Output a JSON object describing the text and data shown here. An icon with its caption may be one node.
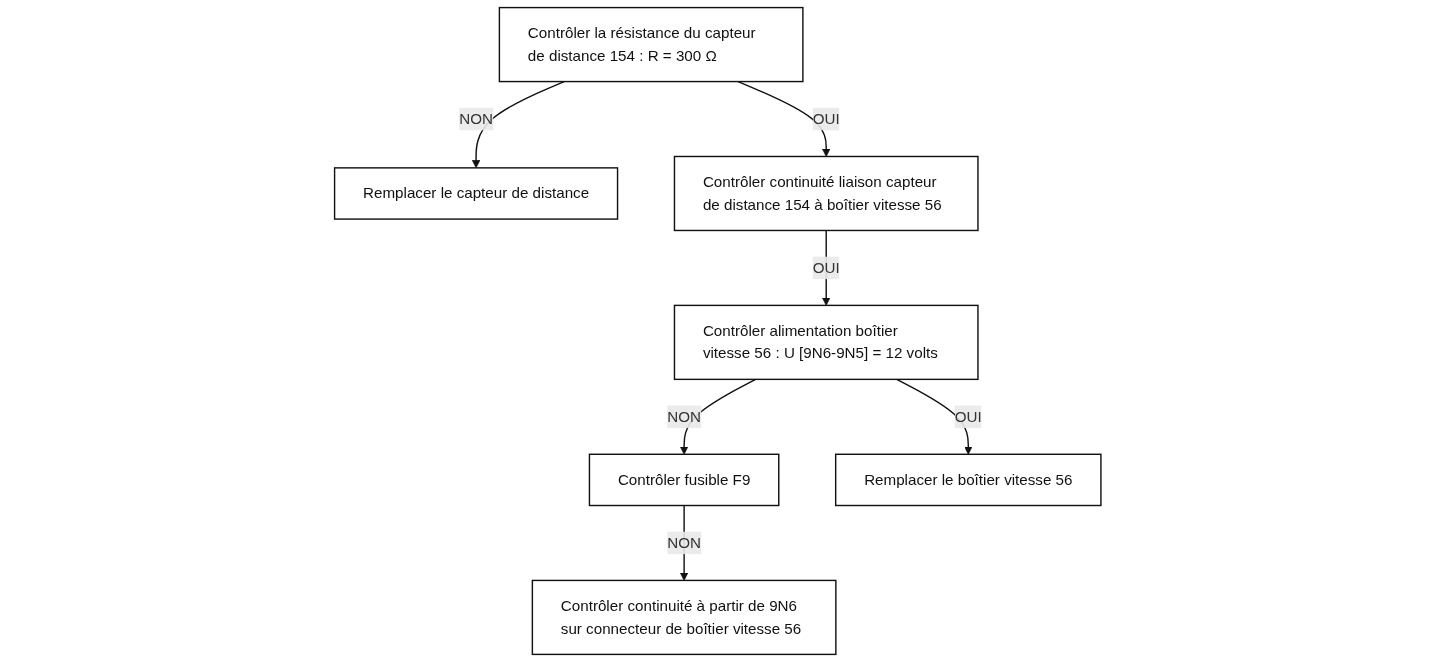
{
  "diagram": {
    "nodes": [
      {
        "text": [
          "Contrôler la résistance du capteur de distance 154 : R = 300 Ω"
        ]
      },
      {
        "text": [
          "Remplacer le capteur de distance"
        ]
      },
      {
        "text": [
          "Contrôler continuité liaison capteur de distance 154 à boîtier vitesse 56"
        ]
      },
      {
        "text": [
          "Contrôler alimentation boîtier vitesse 56 : U [9N6-9N5] = 12 volts"
        ]
      },
      {
        "text": [
          "Contrôler fusible F9"
        ]
      },
      {
        "text": [
          "Contrôler continuité à partir de 9N6 sur connecteur de boîtier vitesse 56"
        ]
      },
      {
        "text": [
          "Remplacer le boîtier vitesse 56"
        ]
      }
    ],
    "edges": [
      {
        "from": 0,
        "to": 1,
        "arrow": "to",
        "label": "NON"
      },
      {
        "from": 0,
        "to": 2,
        "arrow": "to",
        "label": "OUI"
      },
      {
        "from": 2,
        "to": 3,
        "arrow": "to",
        "label": "OUI"
      },
      {
        "from": 3,
        "to": 4,
        "arrow": "to",
        "label": "NON"
      },
      {
        "from": 4,
        "to": 5,
        "arrow": "to",
        "label": "NON"
      },
      {
        "from": 3,
        "to": 6,
        "arrow": "to",
        "label": "OUI"
      }
    ]
  }
}
